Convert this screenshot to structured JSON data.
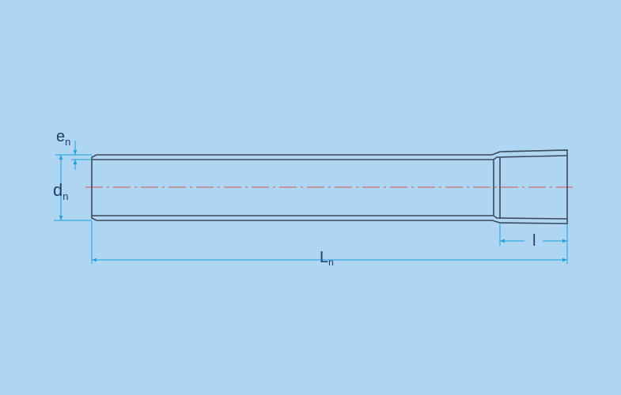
{
  "labels": {
    "wall_thickness": {
      "main": "e",
      "sub": "n"
    },
    "diameter": {
      "main": "d",
      "sub": "n"
    },
    "length": {
      "main": "L",
      "sub": "n"
    },
    "socket_length": {
      "main": "l"
    }
  },
  "colors": {
    "background": "#aed5f1",
    "outline": "#3a4a5e",
    "dimension": "#1ba3dc",
    "centerline": "#d9534f",
    "text": "#1f3f6a"
  }
}
